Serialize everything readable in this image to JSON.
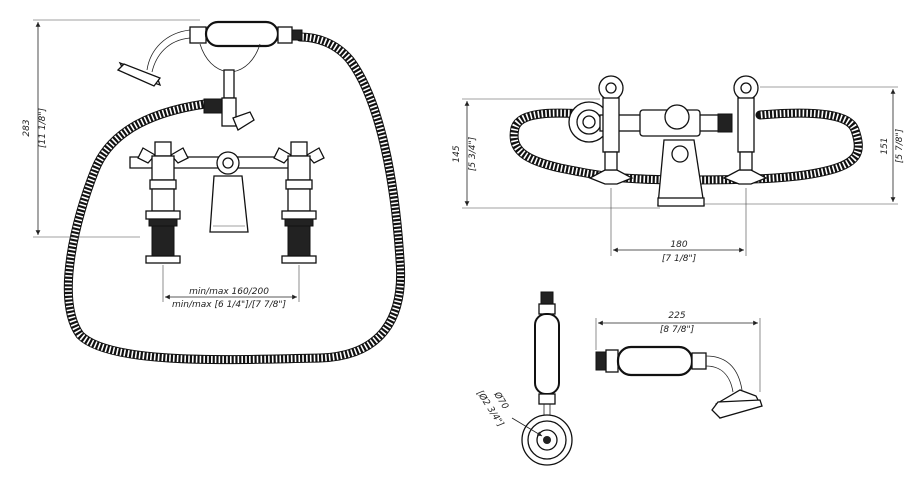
{
  "left_view": {
    "height_mm": "283",
    "height_in": "[11 1/8\"]",
    "centers_mm": "min/max 160/200",
    "centers_in": "min/max [6 1/4\"]/[7 7/8\"]"
  },
  "right_view": {
    "height_left_mm": "145",
    "height_left_in": "[5 3/4\"]",
    "height_right_mm": "151",
    "height_right_in": "[5 7/8\"]",
    "centers_mm": "180",
    "centers_in": "[7 1/8\"]"
  },
  "handshower_end": {
    "diameter_mm": "Ø70",
    "diameter_in": "[Ø2 3/4\"]"
  },
  "handshower_side": {
    "length_mm": "225",
    "length_in": "[8 7/8\"]"
  }
}
